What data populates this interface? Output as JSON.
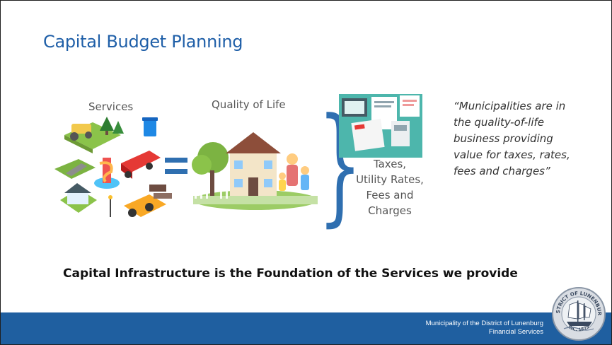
{
  "slide": {
    "title": "Capital Budget Planning",
    "services_label": "Services",
    "quality_label": "Quality of Life",
    "taxes_lines": [
      "Taxes,",
      "Utility Rates,",
      "Fees and",
      "Charges"
    ],
    "quote_lines": [
      "“Municipalities are in",
      "the quality-of-life",
      "business providing",
      "value for taxes, rates,",
      "fees and charges”"
    ],
    "foundation": "Capital Infrastructure is the Foundation of the Services we provide",
    "footer_line1": "Municipality of the District of Lunenburg",
    "footer_line2": "Financial Services"
  },
  "seal": {
    "top_text": "DISTRICT OF LUNENBURG",
    "bottom_text": "INC. 1879"
  },
  "colors": {
    "accent": "#1f5fa8",
    "footer": "#1f5fa0",
    "brace": "#2f6fb0"
  },
  "icons": [
    "paver-icon",
    "trees-icon",
    "recycle-bin-icon",
    "road-icon",
    "water-park-icon",
    "fire-truck-icon",
    "house-icon",
    "streetlight-icon",
    "loader-icon",
    "family-house-icon",
    "tax-documents-icon"
  ]
}
